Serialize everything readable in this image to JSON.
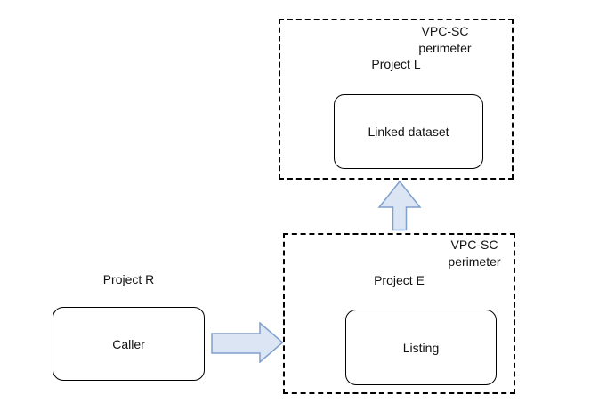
{
  "colors": {
    "canvas-bg": "#ffffff",
    "line": "#000000",
    "text": "#111111",
    "node-bg": "#ffffff",
    "arrow-fill": "#dbe5f4",
    "arrow-stroke": "#7f9fcc"
  },
  "perimeters": {
    "top": {
      "label_line1": "VPC-SC",
      "label_line2": "perimeter",
      "project": "Project L",
      "node": "Linked dataset"
    },
    "bottom": {
      "label_line1": "VPC-SC",
      "label_line2": "perimeter",
      "project": "Project E",
      "node": "Listing"
    }
  },
  "external": {
    "project": "Project R",
    "node": "Caller"
  },
  "arrows": {
    "caller_to_listing": "right-block-arrow",
    "listing_to_linked_dataset": "up-block-arrow"
  }
}
